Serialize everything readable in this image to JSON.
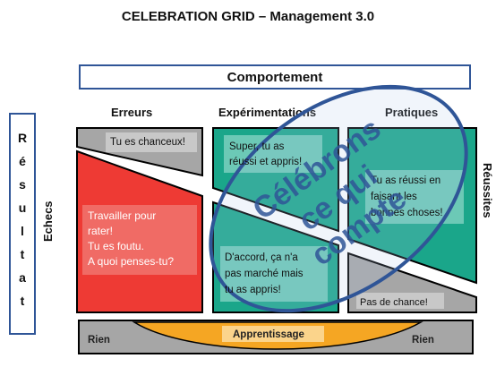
{
  "title": "CELEBRATION GRID – Management 3.0",
  "comportement": "Comportement",
  "columns": {
    "erreurs": "Erreurs",
    "experimentations": "Expérimentations",
    "pratiques": "Pratiques"
  },
  "resultat": [
    "R",
    "é",
    "s",
    "u",
    "l",
    "t",
    "a",
    "t"
  ],
  "reussites": "Réussites",
  "echecs": "Echecs",
  "cells": {
    "tu_es_chanceux": "Tu es chanceux!",
    "travailler": [
      "Travailler pour",
      "rater!",
      "Tu es foutu.",
      "A quoi penses-tu?"
    ],
    "super": [
      "Super, tu as",
      "réussi et appris!"
    ],
    "daccord": [
      "D'accord, ça n'a",
      "pas marché mais",
      "tu as appris!"
    ],
    "tu_as_reussi": [
      "Tu as réussi en",
      "faisant les",
      "bonnes choses!"
    ],
    "pas_de_chance": "Pas de chance!"
  },
  "bottom": {
    "rien_left": "Rien",
    "apprentissage": "Apprentissage",
    "rien_right": "Rien"
  },
  "celebrons": [
    "Célébrons",
    "ce qui",
    "compte"
  ],
  "colors": {
    "red": "#ee3a34",
    "green": "#1aa68a",
    "gray": "#a6a6a6",
    "orange": "#f5a623",
    "blue": "#2f5597"
  }
}
